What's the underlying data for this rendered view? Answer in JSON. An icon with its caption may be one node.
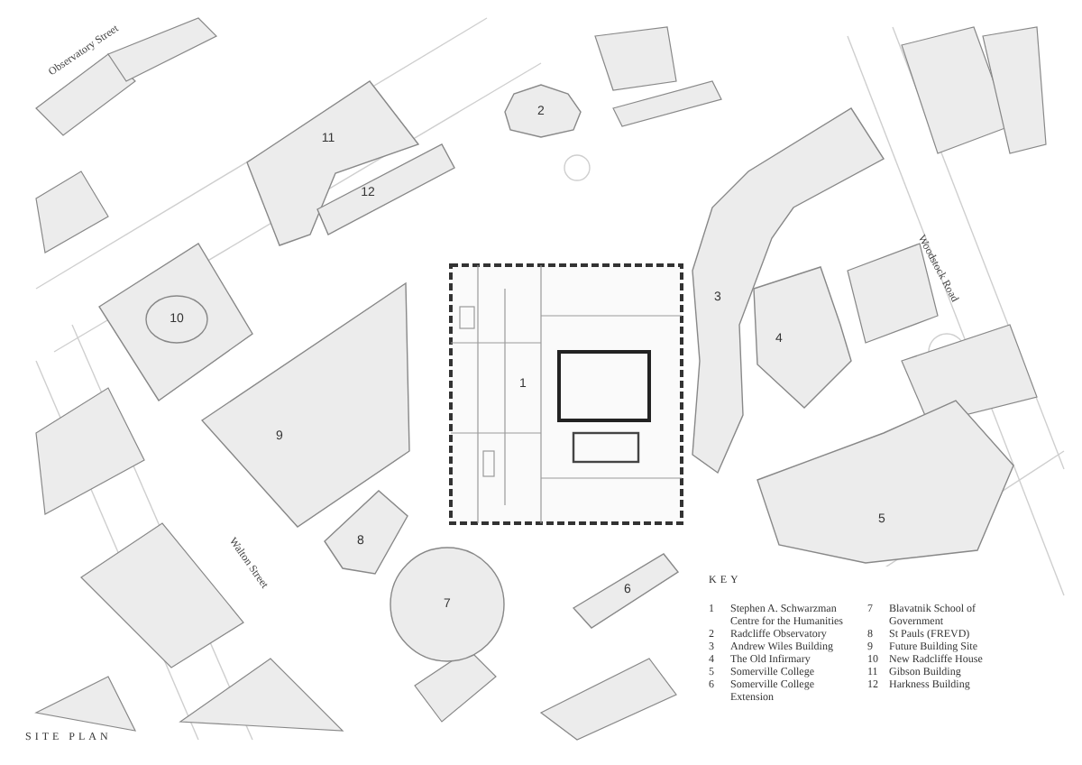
{
  "diagram": {
    "title": "SITE PLAN",
    "nodes": [
      {
        "text": [
          "1"
        ]
      },
      {
        "text": [
          "2"
        ]
      },
      {
        "text": [
          "3"
        ]
      },
      {
        "text": [
          "4"
        ]
      },
      {
        "text": [
          "5"
        ]
      },
      {
        "text": [
          "6"
        ]
      },
      {
        "text": [
          "7"
        ]
      },
      {
        "text": [
          "8"
        ]
      },
      {
        "text": [
          "9"
        ]
      },
      {
        "text": [
          "10"
        ]
      },
      {
        "text": [
          "11"
        ]
      },
      {
        "text": [
          "12"
        ]
      }
    ],
    "labels": [
      "Observatory Street",
      "Woodstock Road",
      "Walton Street",
      "KEY",
      "1",
      "Stephen A. Schwarzman Centre for the Humanities",
      "2",
      "Radcliffe Observatory",
      "3",
      "Andrew Wiles Building",
      "4",
      "The Old Infirmary",
      "5",
      "Somerville College",
      "6",
      "Somerville College Extension",
      "7",
      "Blavatnik School of Government",
      "8",
      "St Pauls (FREVD)",
      "9",
      "Future Building Site",
      "10",
      "New Radcliffe House",
      "11",
      "Gibson Building",
      "12",
      "Harkness Building"
    ]
  }
}
